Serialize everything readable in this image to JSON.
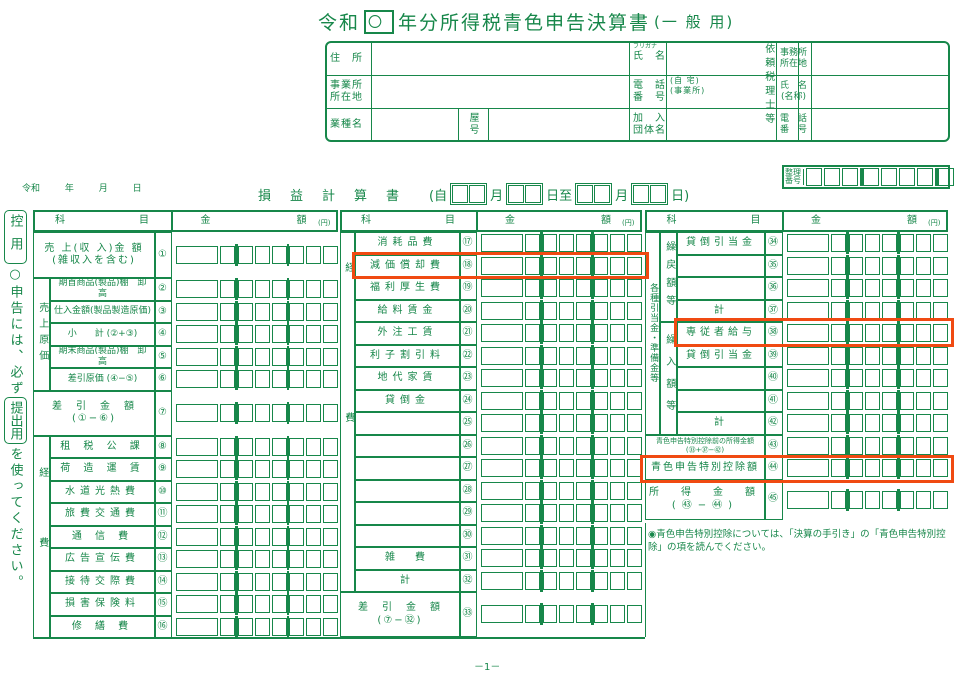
{
  "title": {
    "prefix": "令和",
    "year_box": "〇",
    "suffix": "年分所得税青色申告決算書",
    "kind": "(一 般 用)"
  },
  "header": {
    "address": "住　所",
    "furigana": "フリガナ",
    "name": "氏　名",
    "office_addr": "事業所\n所在地",
    "phone": "電　話\n番　号",
    "phone_home": "(自 宅)",
    "phone_office": "(事業所)",
    "business_type": "業種名",
    "trade_name": "屋　号",
    "association": "加　入\n団体名",
    "tax_accountant": "依頼税理士等",
    "ta_office": "事務所\n所在地",
    "ta_name": "氏　名\n(名称)",
    "ta_phone": "電　話\n番　号"
  },
  "date_line": {
    "era": "令和",
    "year": "年",
    "month": "月",
    "day": "日"
  },
  "statement": {
    "title": "損　益　計　算　書",
    "open": "(自",
    "m1": "月",
    "d1": "日至",
    "m2": "月",
    "d2": "日)"
  },
  "ref_no": "整理\n番号",
  "side": {
    "copy": "控用",
    "note1": "○申告には、必ず",
    "submit": "提出用",
    "note2": "を使ってください。"
  },
  "columns": {
    "item": "科　　　　　　目",
    "amount": "金　　　　　　　額",
    "yen": "(円)"
  },
  "left": {
    "r1": {
      "label": "売 上(収 入)金 額\n(雑収入を含む)",
      "no": "①"
    },
    "cogs_group": "売上原価",
    "cogs": [
      {
        "label": "期首商品(製品)棚　卸　高",
        "no": "②"
      },
      {
        "label": "仕入金額(製品製造原価)",
        "no": "③"
      },
      {
        "label": "小　　計 (②+③)",
        "no": "④"
      },
      {
        "label": "期末商品(製品)棚　卸　高",
        "no": "⑤"
      },
      {
        "label": "差引原価 (④−⑤)",
        "no": "⑥"
      }
    ],
    "r7": {
      "label": "差　引　金　額\n(①−⑥)",
      "no": "⑦"
    },
    "exp_group": "経費",
    "exp": [
      {
        "label": "租 税 公 課",
        "no": "⑧"
      },
      {
        "label": "荷 造 運 賃",
        "no": "⑨"
      },
      {
        "label": "水道光熱費",
        "no": "⑩"
      },
      {
        "label": "旅費交通費",
        "no": "⑪"
      },
      {
        "label": "通 信 費",
        "no": "⑫"
      },
      {
        "label": "広告宣伝費",
        "no": "⑬"
      },
      {
        "label": "接待交際費",
        "no": "⑭"
      },
      {
        "label": "損害保険料",
        "no": "⑮"
      },
      {
        "label": "修 繕 費",
        "no": "⑯"
      }
    ]
  },
  "middle": {
    "exp_group": "経費",
    "rows": [
      {
        "label": "消耗品費",
        "no": "⑰"
      },
      {
        "label": "減価償却費",
        "no": "⑱"
      },
      {
        "label": "福利厚生費",
        "no": "⑲"
      },
      {
        "label": "給料賃金",
        "no": "⑳"
      },
      {
        "label": "外注工賃",
        "no": "㉑"
      },
      {
        "label": "利子割引料",
        "no": "㉒"
      },
      {
        "label": "地代家賃",
        "no": "㉓"
      },
      {
        "label": "貸倒金",
        "no": "㉔"
      },
      {
        "label": "",
        "no": "㉕"
      },
      {
        "label": "",
        "no": "㉖"
      },
      {
        "label": "",
        "no": "㉗"
      },
      {
        "label": "",
        "no": "㉘"
      },
      {
        "label": "",
        "no": "㉙"
      },
      {
        "label": "",
        "no": "㉚"
      },
      {
        "label": "雑　費",
        "no": "㉛"
      },
      {
        "label": "計",
        "no": "㉜"
      }
    ],
    "r33": {
      "label": "差　引　金　額\n(⑦−㉜)",
      "no": "㉝"
    }
  },
  "right": {
    "group": "各種引当金・準備金等",
    "sub1": "繰戻額等",
    "sub2": "繰入額等",
    "rows": [
      {
        "label": "貸倒引当金",
        "no": "㉞"
      },
      {
        "label": "",
        "no": "㉟"
      },
      {
        "label": "",
        "no": "㊱"
      },
      {
        "label": "計",
        "no": "㊲"
      },
      {
        "label": "専従者給与",
        "no": "㊳"
      },
      {
        "label": "貸倒引当金",
        "no": "㊴"
      },
      {
        "label": "",
        "no": "㊵"
      },
      {
        "label": "",
        "no": "㊶"
      },
      {
        "label": "計",
        "no": "㊷"
      }
    ],
    "r43": {
      "label": "青色申告特別控除前の所得金額\n(㉝+㊲−㊷)",
      "no": "㊸"
    },
    "r44": {
      "label": "青色申告特別控除額",
      "no": "㊹"
    },
    "r45": {
      "label": "所　得　金　額\n(㊸−㊹)",
      "no": "㊺"
    },
    "note": "◉青色申告特別控除については、「決算の手引き」の「青色申告特別控除」の項を読んでください。"
  },
  "footer": {
    "page": "－1－"
  },
  "colors": {
    "form": "#17874a",
    "highlight": "#f04a12"
  }
}
